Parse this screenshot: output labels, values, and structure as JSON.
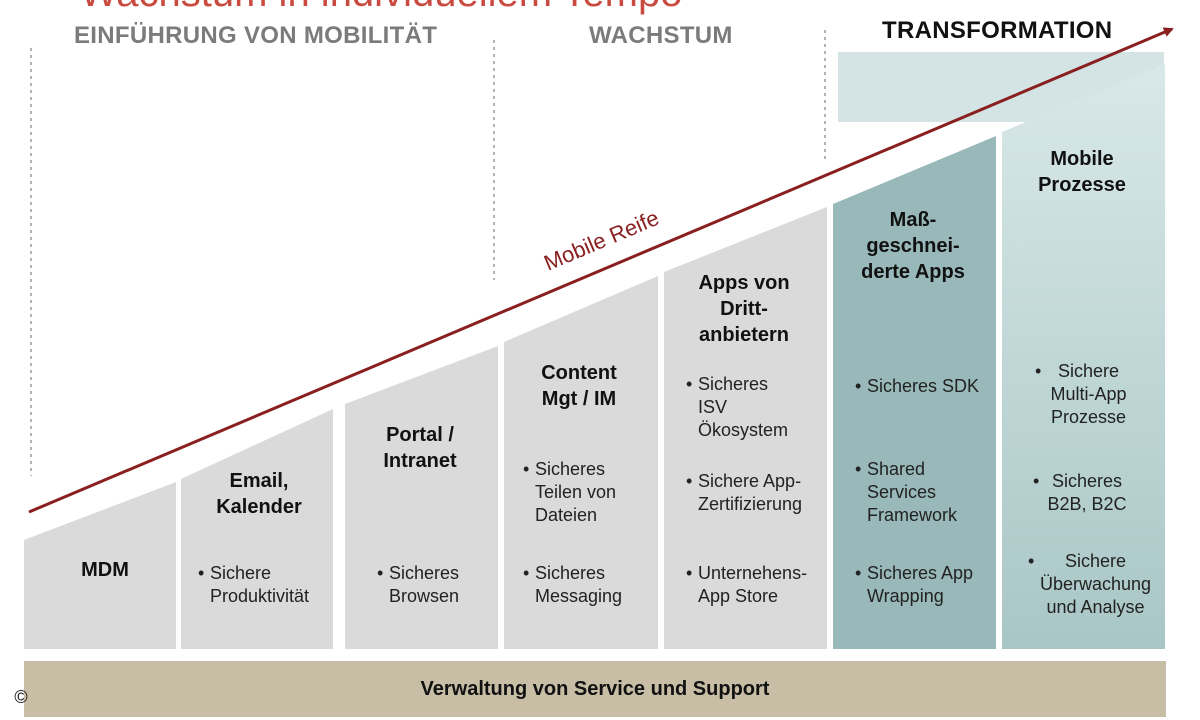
{
  "title_fragment": "Wachstum in individuellem Tempo",
  "phases": {
    "intro": "EINFÜHRUNG VON MOBILITÄT",
    "growth": "WACHSTUM",
    "transformation": "TRANSFORMATION"
  },
  "arrow_label": "Mobile Reife",
  "columns": [
    {
      "title": "MDM",
      "bullets": []
    },
    {
      "title": "Email,\nKalender",
      "bullets": [
        "Sichere\nProduktivität"
      ]
    },
    {
      "title": "Portal /\nIntranet",
      "bullets": [
        "Sicheres\nBrowsen"
      ]
    },
    {
      "title": "Content\nMgt / IM",
      "bullets": [
        "Sicheres\nTeilen von\nDateien",
        "Sicheres\nMessaging"
      ]
    },
    {
      "title": "Apps von\nDritt-\nanbietern",
      "bullets": [
        "Sicheres\nISV\nÖkosystem",
        "Sichere App-\nZertifizierung",
        "Unternehens-\nApp Store"
      ]
    },
    {
      "title": "Maß-\ngeschnei-\nderte Apps",
      "bullets": [
        "Sicheres SDK",
        "Shared\nServices\nFramework",
        "Sicheres App\nWrapping"
      ]
    },
    {
      "title": "Mobile\nProzesse",
      "bullets": [
        "Sichere\nMulti-App\nProzesse",
        "Sicheres\nB2B, B2C",
        "Sichere\nÜberwachung\nund Analyse"
      ]
    }
  ],
  "footer": "Verwaltung von Service und Support",
  "copyright": "©",
  "colors": {
    "gray_column": "#dadada",
    "teal_column": "#98b8b9",
    "teal_light": "#d4e4e4",
    "arrow": "#8a1f1f",
    "title_red": "#c94a3f",
    "footer_bg": "#c8bea6",
    "phase_gray": "#7b7b7b"
  }
}
